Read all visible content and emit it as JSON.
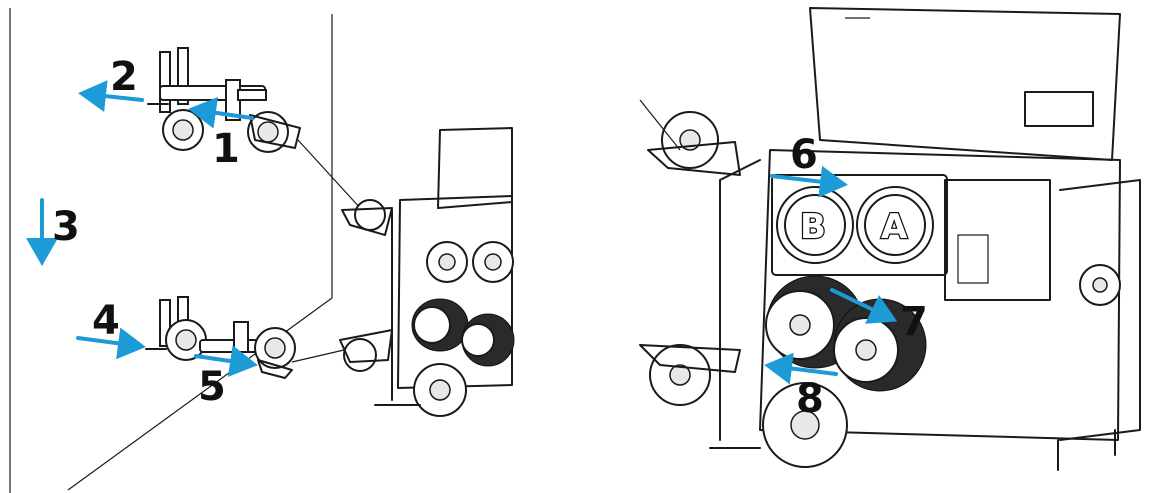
{
  "colors": {
    "arrow": "#1d9bd6",
    "line": "#1a1a1a"
  },
  "steps": [
    {
      "number": "1"
    },
    {
      "number": "2"
    },
    {
      "number": "3"
    },
    {
      "number": "4"
    },
    {
      "number": "5"
    },
    {
      "number": "6"
    },
    {
      "number": "7"
    },
    {
      "number": "8"
    }
  ],
  "spool_labels": {
    "b": "B",
    "a": "A"
  }
}
